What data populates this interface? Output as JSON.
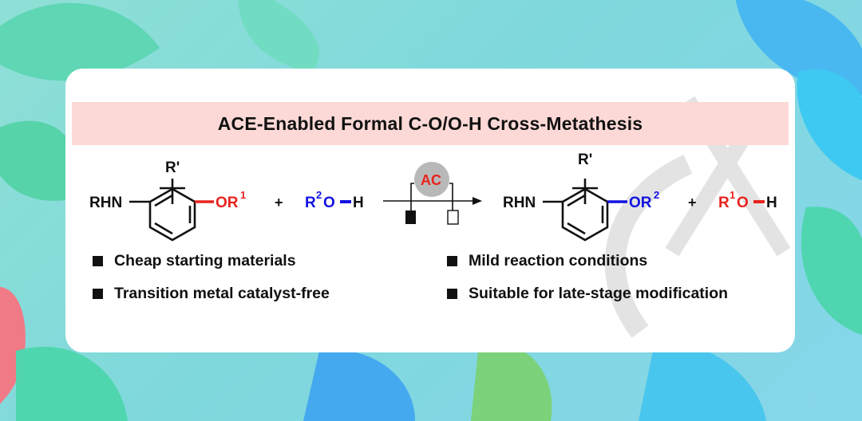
{
  "title": "ACE-Enabled Formal C-O/O-H Cross-Metathesis",
  "scheme": {
    "reactant_amine": "RHN",
    "reactant_substituent": "R'",
    "reactant_ether_o": "OR",
    "reactant_ether_sup": "1",
    "plus": "+",
    "alcohol_r": "R",
    "alcohol_sup": "2",
    "alcohol_o": "O",
    "alcohol_h": "H",
    "catalyst_label": "AC",
    "product_amine": "RHN",
    "product_substituent": "R'",
    "product_ether_o": "OR",
    "product_ether_sup": "2",
    "byproduct_r": "R",
    "byproduct_sup": "1",
    "byproduct_o": "O",
    "byproduct_h": "H"
  },
  "features": [
    "Cheap starting materials",
    "Mild reaction conditions",
    "Transition metal catalyst-free",
    "Suitable for late-stage modification"
  ],
  "colors": {
    "red": "#e8231e",
    "blue": "#1212e0",
    "title_bar": "#fcd9d6",
    "catalyst_circle": "#b8b8b8"
  }
}
